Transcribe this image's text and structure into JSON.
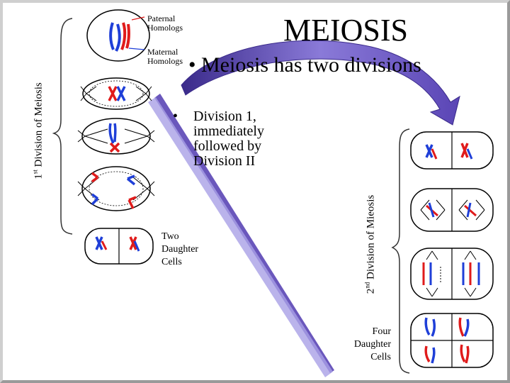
{
  "title": "MEIOSIS",
  "bullets": {
    "main": "• Meiosis has two divisions",
    "division1_dot": "•",
    "division1_text": "Division 1, immediately followed by Division II"
  },
  "labels": {
    "paternal": "Paternal Homologs",
    "maternal": "Maternal Homologs",
    "two_daughter": "Two Daughter Cells",
    "four_daughter": "Four Daughter Cells"
  },
  "vertical_labels": {
    "first_num": "1",
    "first_sup": "st",
    "first_rest": " Division of Meiosis",
    "second_num": "2",
    "second_sup": "nd",
    "second_rest": " Division of Mieosis"
  },
  "colors": {
    "paternal": "#1f3fd8",
    "maternal": "#e01b1b",
    "arrow": "#6f4fbf",
    "arrow_light": "#a9a0e6"
  }
}
